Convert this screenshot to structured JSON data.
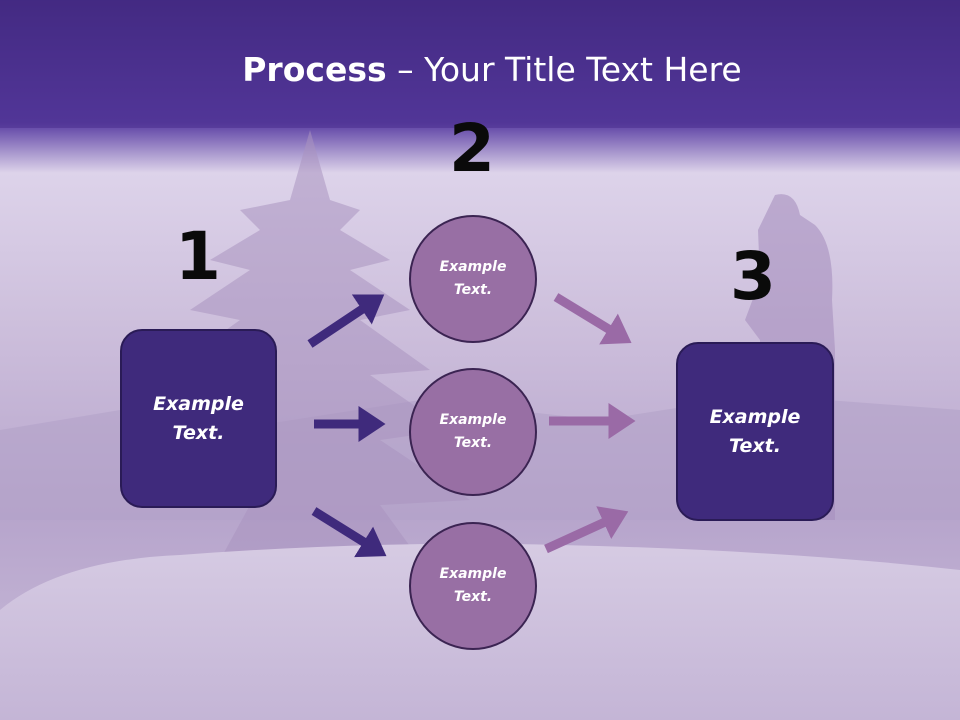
{
  "title": {
    "bold": "Process",
    "rest": " – Your Title Text Here"
  },
  "steps": {
    "one": "1",
    "two": "2",
    "three": "3"
  },
  "left_box": {
    "line1": "Example",
    "line2": "Text."
  },
  "right_box": {
    "line1": "Example",
    "line2": "Text."
  },
  "circles": [
    {
      "line1": "Example",
      "line2": "Text."
    },
    {
      "line1": "Example",
      "line2": "Text."
    },
    {
      "line1": "Example",
      "line2": "Text."
    }
  ],
  "colors": {
    "title_bar": "#4a2f8e",
    "box_fill": "#3f2a7c",
    "circle_fill": "#986fa4",
    "arrow_left": "#3f2a7c",
    "arrow_right": "#9a6aa6"
  }
}
